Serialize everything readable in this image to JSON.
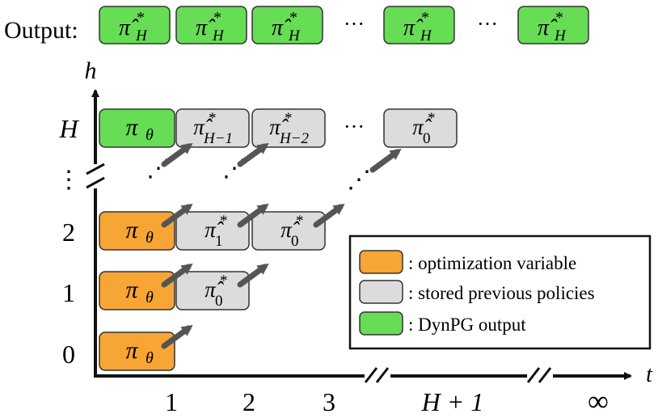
{
  "output_row": {
    "label": "Output:",
    "items": [
      {
        "kind": "box",
        "base": "π̂",
        "sup": "*",
        "sub": "H"
      },
      {
        "kind": "box",
        "base": "π̂",
        "sup": "*",
        "sub": "H"
      },
      {
        "kind": "box",
        "base": "π̂",
        "sup": "*",
        "sub": "H"
      },
      {
        "kind": "dots",
        "text": "···"
      },
      {
        "kind": "box",
        "base": "π̂",
        "sup": "*",
        "sub": "H"
      },
      {
        "kind": "dots",
        "text": "···"
      },
      {
        "kind": "box",
        "base": "π̂",
        "sup": "*",
        "sub": "H"
      }
    ]
  },
  "axes": {
    "y_label": "h",
    "x_label": "t",
    "y_ticks": [
      "0",
      "1",
      "2",
      "⋮",
      "H"
    ],
    "x_ticks": [
      "1",
      "2",
      "3",
      "H + 1",
      "∞"
    ]
  },
  "grid": {
    "row_H": [
      {
        "kind": "theta",
        "text": "π",
        "sub": "θ",
        "color": "green"
      },
      {
        "kind": "stored",
        "base": "π̂",
        "sup": "*",
        "sub": "H−1"
      },
      {
        "kind": "stored",
        "base": "π̂",
        "sup": "*",
        "sub": "H−2"
      },
      {
        "kind": "dots",
        "text": "···"
      },
      {
        "kind": "stored",
        "base": "π̂",
        "sup": "*",
        "sub": "0"
      }
    ],
    "row_2": [
      {
        "kind": "theta",
        "text": "π",
        "sub": "θ",
        "color": "orange"
      },
      {
        "kind": "stored",
        "base": "π̂",
        "sup": "*",
        "sub": "1"
      },
      {
        "kind": "stored",
        "base": "π̂",
        "sup": "*",
        "sub": "0"
      }
    ],
    "row_1": [
      {
        "kind": "theta",
        "text": "π",
        "sub": "θ",
        "color": "orange"
      },
      {
        "kind": "stored",
        "base": "π̂",
        "sup": "*",
        "sub": "0"
      }
    ],
    "row_0": [
      {
        "kind": "theta",
        "text": "π",
        "sub": "θ",
        "color": "orange"
      }
    ],
    "diagonal_dots": [
      "⋰",
      "⋰",
      "⋰"
    ]
  },
  "legend": {
    "items": [
      {
        "color": "#F7A535",
        "label": ": optimization variable"
      },
      {
        "color": "#DCDCDC",
        "label": ": stored previous policies"
      },
      {
        "color": "#66DD55",
        "label": ": DynPG output"
      }
    ]
  },
  "colors": {
    "orange": "#F7A535",
    "gray": "#DCDCDC",
    "green": "#66DD55",
    "arrow": "#555555",
    "stroke": "#333333"
  }
}
